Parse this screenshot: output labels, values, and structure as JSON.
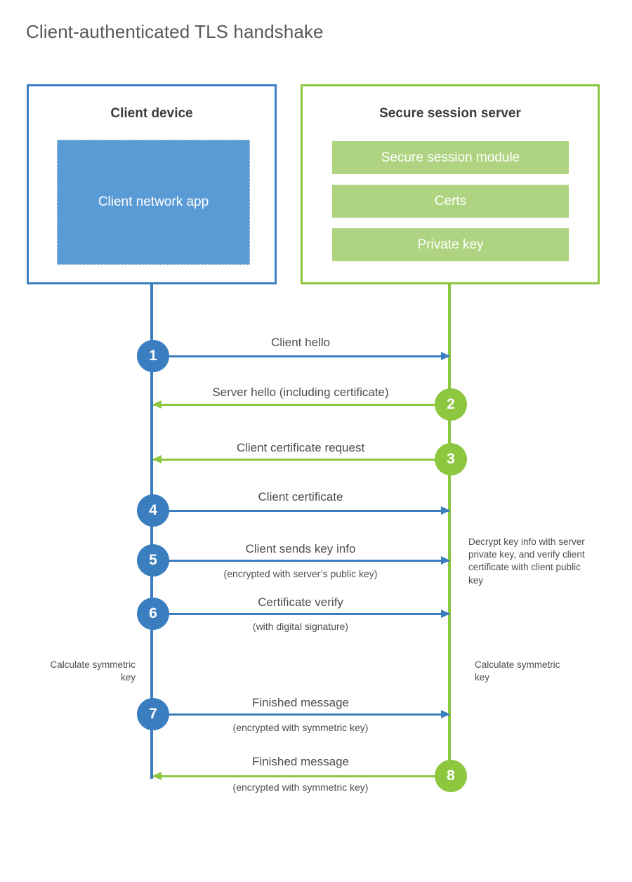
{
  "title": "Client-authenticated TLS handshake",
  "colors": {
    "client_blue": "#3a7ebf",
    "client_app_fill": "#5b9bd5",
    "server_green": "#8dc63f",
    "server_bar_fill": "#aed481",
    "text_gray": "#4d4d4d",
    "title_gray": "#595959",
    "heading_gray": "#3c3c3c",
    "background": "#ffffff"
  },
  "parties": {
    "client": {
      "title": "Client device",
      "app_label": "Client network app"
    },
    "server": {
      "title": "Secure session server",
      "components": [
        {
          "label": "Secure session module"
        },
        {
          "label": "Certs"
        },
        {
          "label": "Private key"
        }
      ]
    }
  },
  "steps": [
    {
      "number": "1",
      "direction": "client-to-server",
      "color": "blue",
      "label": "Client hello",
      "sublabel": ""
    },
    {
      "number": "2",
      "direction": "server-to-client",
      "color": "green",
      "label": "Server hello (including certificate)",
      "sublabel": ""
    },
    {
      "number": "3",
      "direction": "server-to-client",
      "color": "green",
      "label": "Client certificate request",
      "sublabel": ""
    },
    {
      "number": "4",
      "direction": "client-to-server",
      "color": "blue",
      "label": "Client certificate",
      "sublabel": ""
    },
    {
      "number": "5",
      "direction": "client-to-server",
      "color": "blue",
      "label": "Client sends key info",
      "sublabel": "(encrypted with server’s public key)"
    },
    {
      "number": "6",
      "direction": "client-to-server",
      "color": "blue",
      "label": "Certificate verify",
      "sublabel": "(with digital signature)"
    },
    {
      "number": "7",
      "direction": "client-to-server",
      "color": "blue",
      "label": "Finished message",
      "sublabel": "(encrypted with symmetric key)"
    },
    {
      "number": "8",
      "direction": "server-to-client",
      "color": "green",
      "label": "Finished message",
      "sublabel": "(encrypted with symmetric key)"
    }
  ],
  "annotations": {
    "server_decrypt": "Decrypt key info with server private key, and verify client certificate with client public key",
    "client_calculate": "Calculate symmetric key",
    "server_calculate": "Calculate symmetric key"
  }
}
